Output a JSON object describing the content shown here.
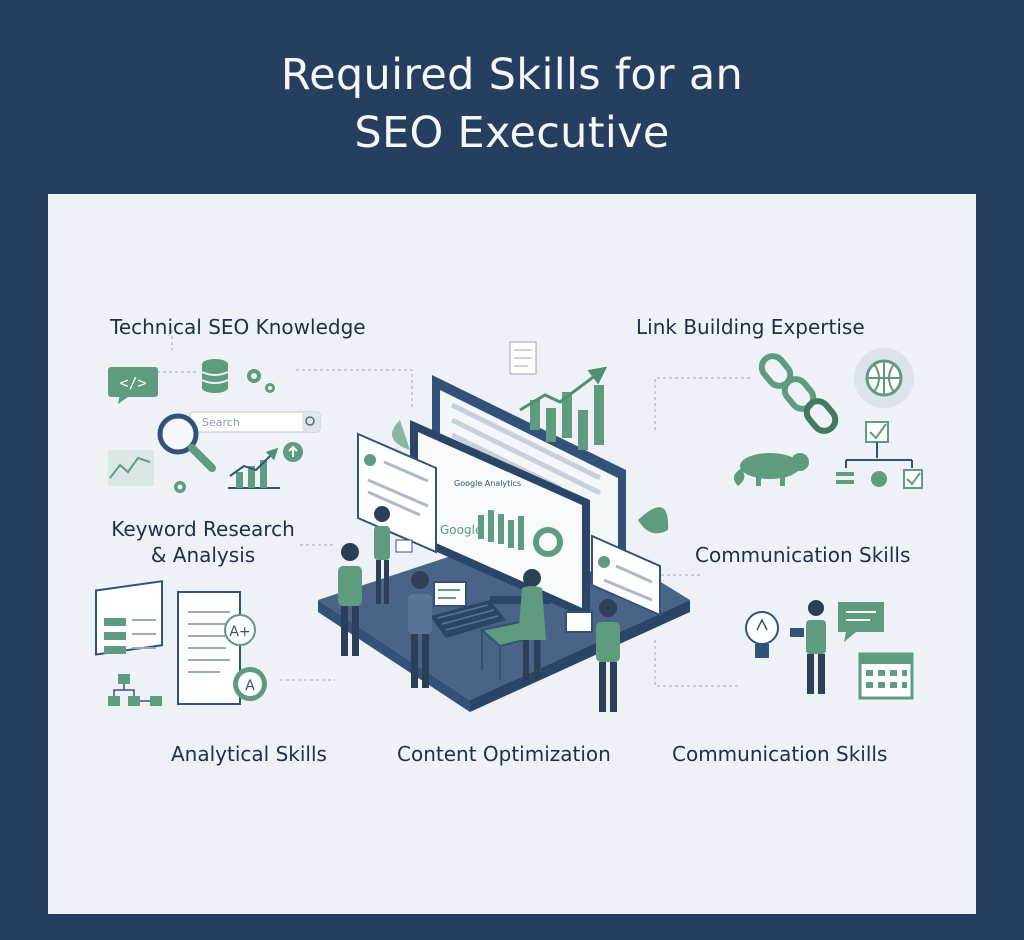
{
  "title_line1": "Required Skills for an",
  "title_line2": "SEO Executive",
  "labels": {
    "technical": "Technical SEO Knowledge",
    "link_building": "Link Building Expertise",
    "keyword_1": "Keyword Research",
    "keyword_2": "& Analysis",
    "communication_top": "Communication Skills",
    "analytical": "Analytical Skills",
    "content": "Content Optimization",
    "communication_bottom": "Communication Skills"
  },
  "search_placeholder": "Search",
  "screen_texts": {
    "google_small": "Google Analytics",
    "google_big": "Google",
    "grade": "A+"
  },
  "colors": {
    "navy": "#263f5e",
    "panel": "#eef2f7",
    "green": "#5e9b7f",
    "text": "#1f2f44"
  }
}
